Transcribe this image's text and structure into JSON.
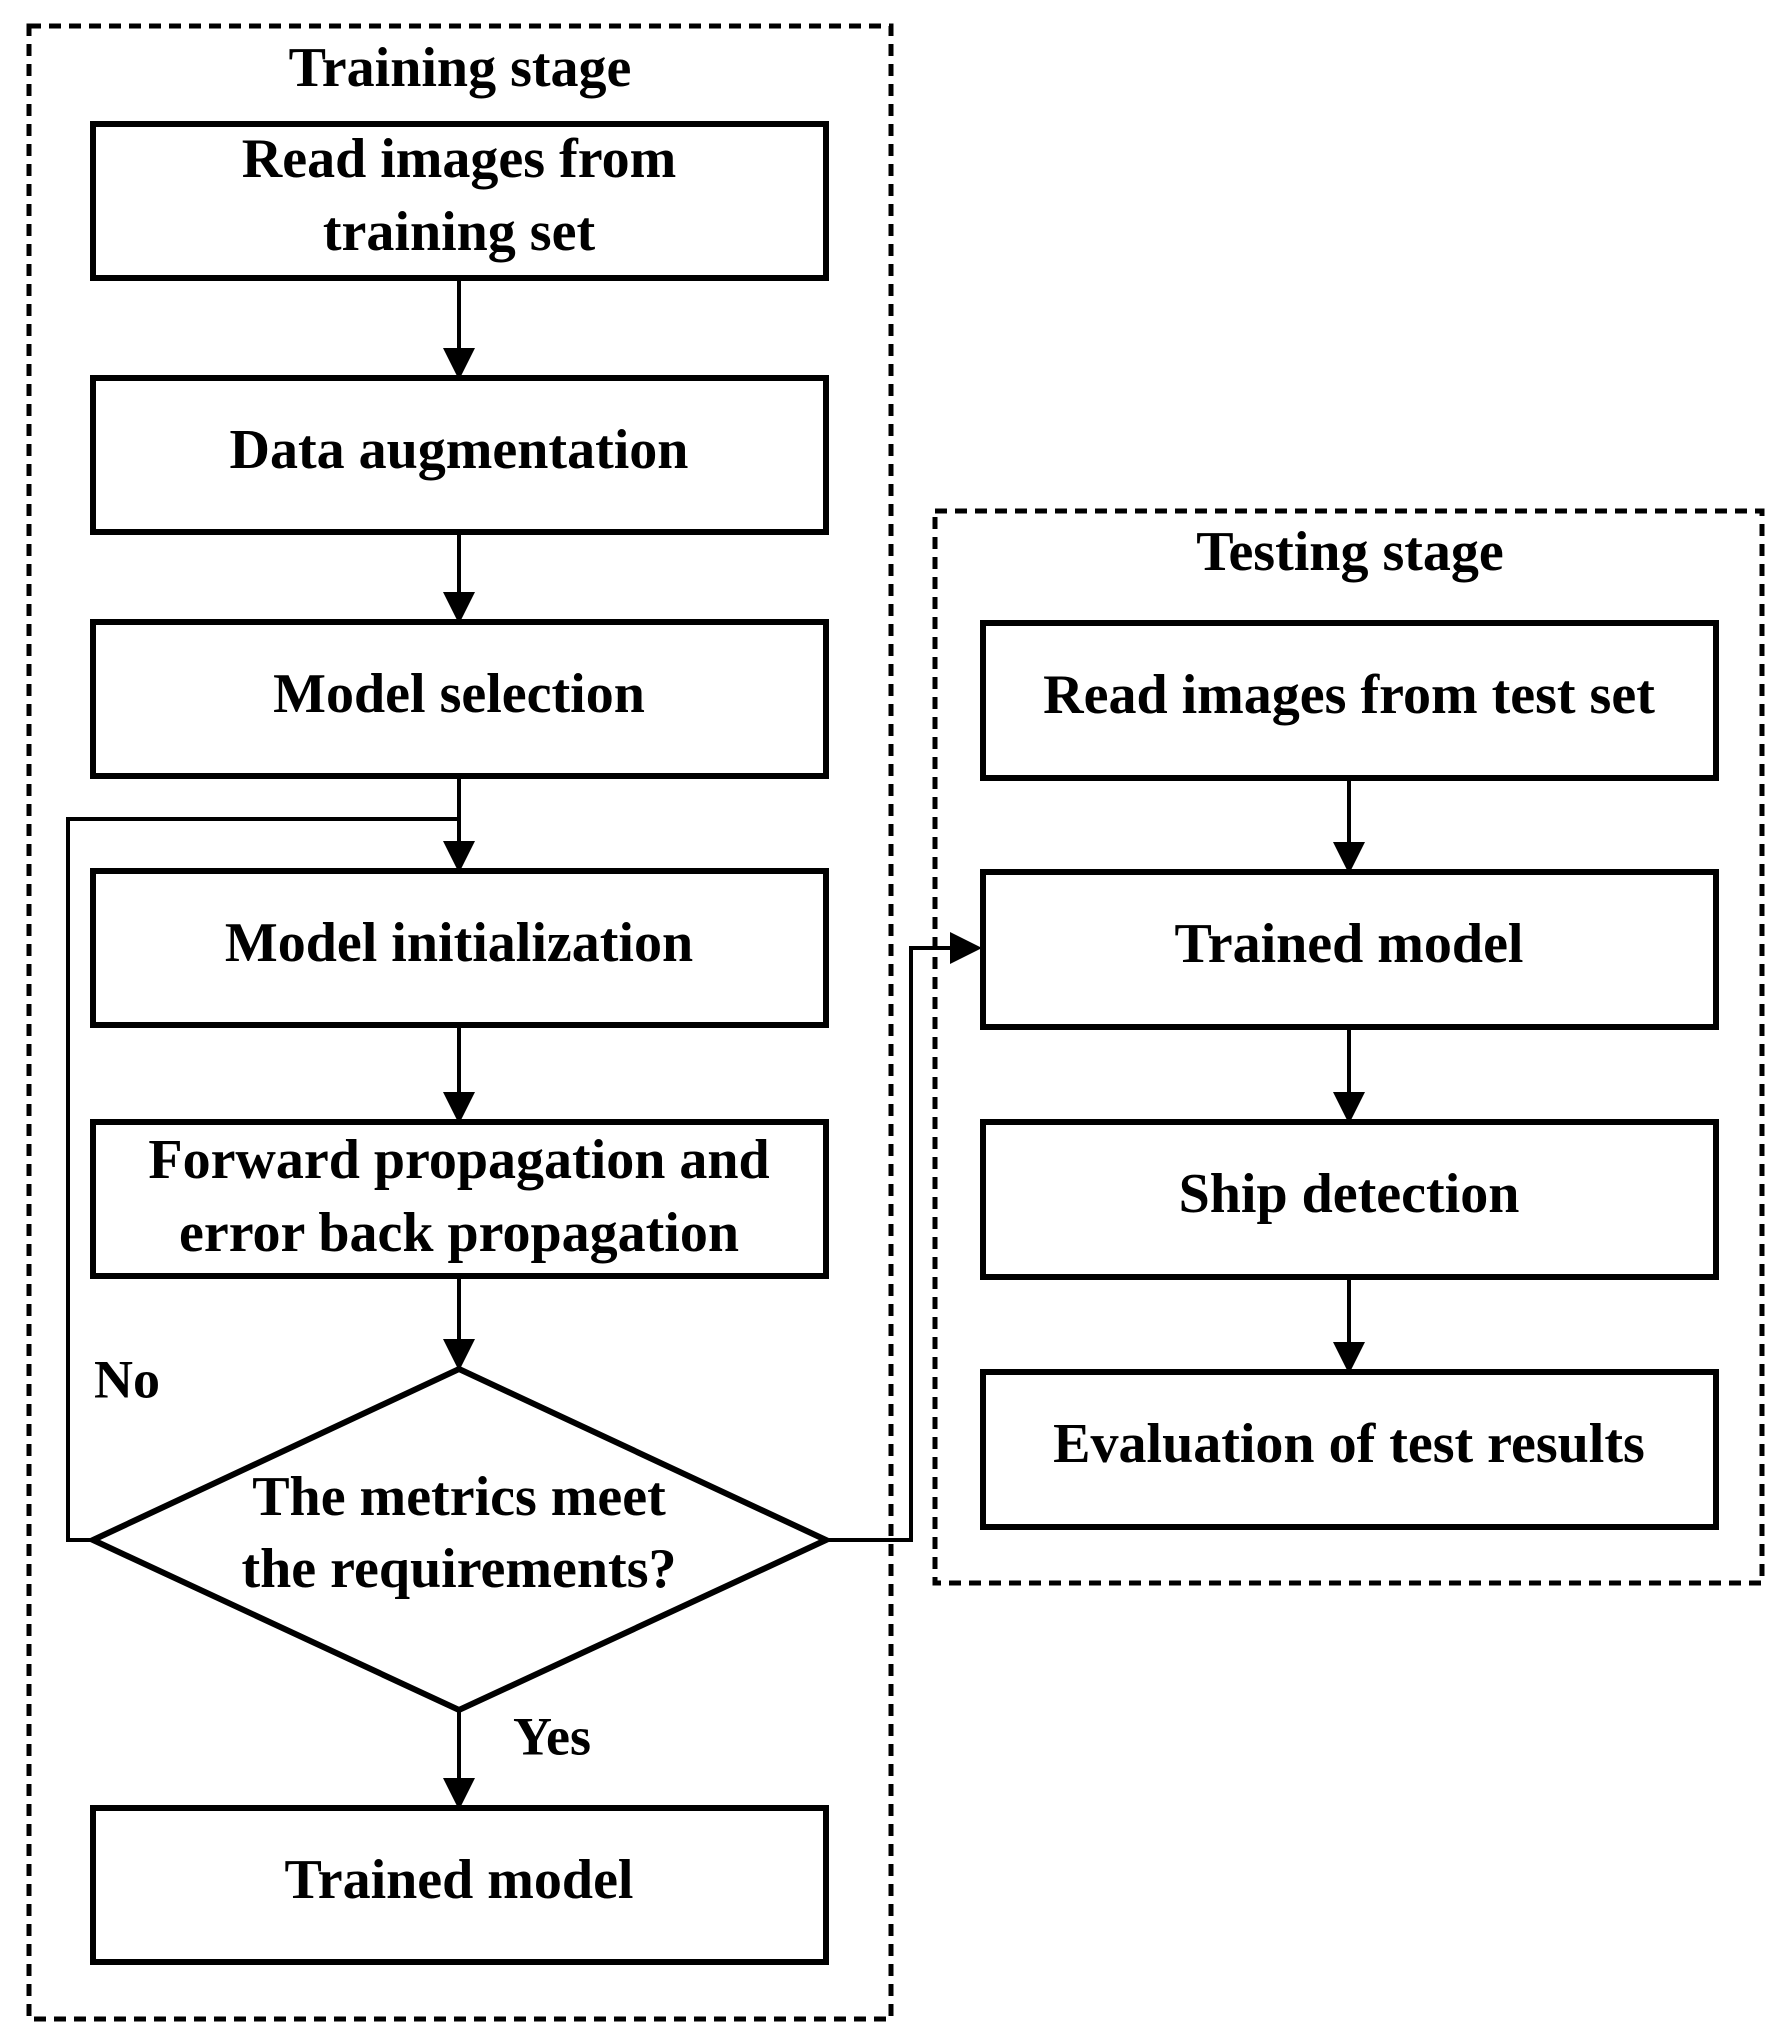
{
  "training_stage": {
    "title": "Training stage",
    "steps": [
      {
        "lines": [
          "Read images from",
          "training set"
        ]
      },
      {
        "lines": [
          "Data augmentation"
        ]
      },
      {
        "lines": [
          "Model selection"
        ]
      },
      {
        "lines": [
          "Model initialization"
        ]
      },
      {
        "lines": [
          "Forward propagation and",
          "error back propagation"
        ]
      }
    ],
    "decision": {
      "lines": [
        "The metrics meet",
        "the requirements?"
      ]
    },
    "no_label": "No",
    "yes_label": "Yes",
    "output": {
      "lines": [
        "Trained model"
      ]
    }
  },
  "testing_stage": {
    "title": "Testing stage",
    "steps": [
      {
        "lines": [
          "Read images from test set"
        ]
      },
      {
        "lines": [
          "Trained model"
        ]
      },
      {
        "lines": [
          "Ship detection"
        ]
      },
      {
        "lines": [
          "Evaluation of test results"
        ]
      }
    ]
  }
}
